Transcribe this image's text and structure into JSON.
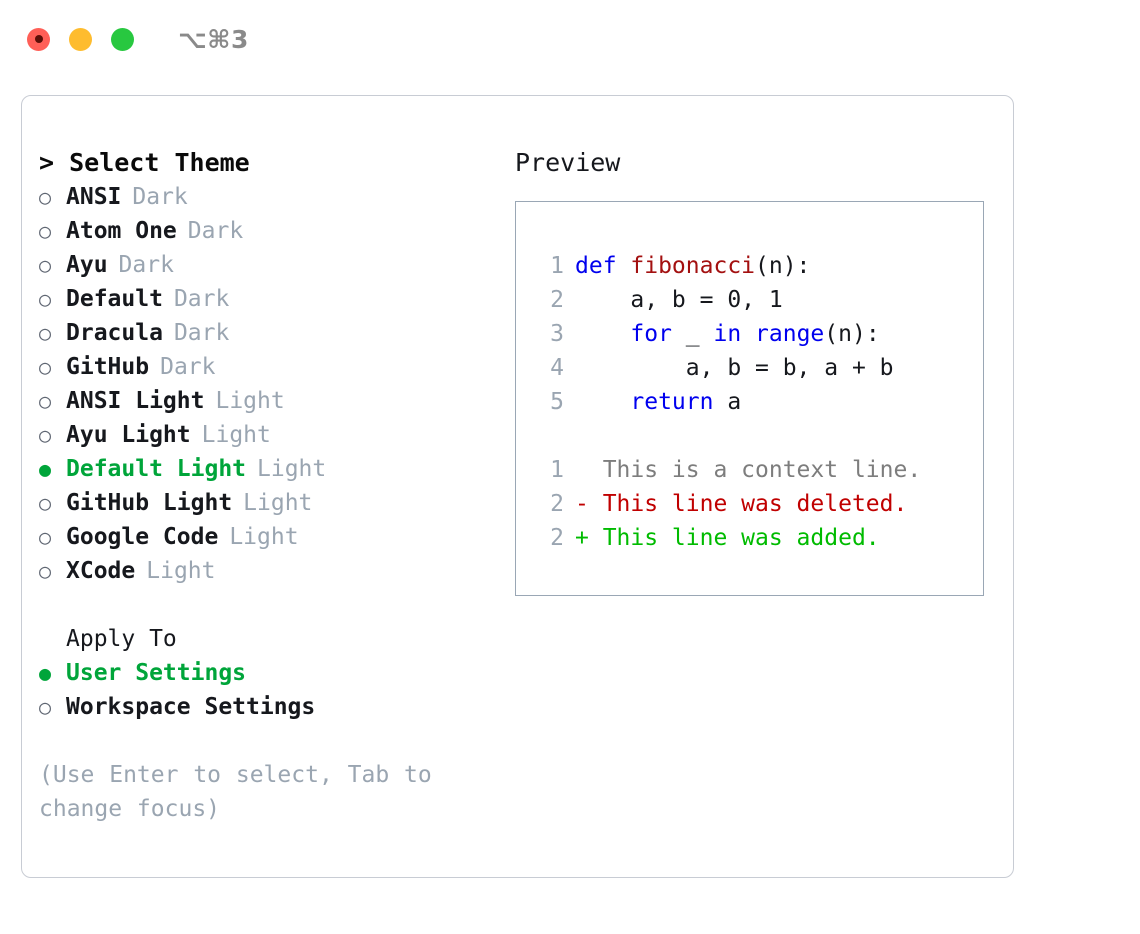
{
  "titlebar": {
    "shortcut": "⌥⌘3",
    "lights": [
      "close-red",
      "minimize-yellow",
      "maximize-green"
    ]
  },
  "theme_panel": {
    "title": "> Select Theme",
    "marker_unselected": "○",
    "marker_selected": "●",
    "themes": [
      {
        "name": "ANSI",
        "variant": "Dark",
        "selected": false
      },
      {
        "name": "Atom One",
        "variant": "Dark",
        "selected": false
      },
      {
        "name": "Ayu",
        "variant": "Dark",
        "selected": false
      },
      {
        "name": "Default",
        "variant": "Dark",
        "selected": false
      },
      {
        "name": "Dracula",
        "variant": "Dark",
        "selected": false
      },
      {
        "name": "GitHub",
        "variant": "Dark",
        "selected": false
      },
      {
        "name": "ANSI Light",
        "variant": "Light",
        "selected": false
      },
      {
        "name": "Ayu Light",
        "variant": "Light",
        "selected": false
      },
      {
        "name": "Default Light",
        "variant": "Light",
        "selected": true
      },
      {
        "name": "GitHub Light",
        "variant": "Light",
        "selected": false
      },
      {
        "name": "Google Code",
        "variant": "Light",
        "selected": false
      },
      {
        "name": "XCode",
        "variant": "Light",
        "selected": false
      }
    ]
  },
  "apply_to": {
    "label": "Apply To",
    "options": [
      {
        "name": "User Settings",
        "selected": true
      },
      {
        "name": "Workspace Settings",
        "selected": false
      }
    ]
  },
  "hint": "(Use Enter to select, Tab to change focus)",
  "preview": {
    "title": "Preview",
    "code_lines": [
      {
        "num": "1",
        "segments": [
          {
            "t": "def ",
            "c": "kw"
          },
          {
            "t": "fibonacci",
            "c": "fn"
          },
          {
            "t": "(n):",
            "c": "code-text"
          }
        ]
      },
      {
        "num": "2",
        "segments": [
          {
            "t": "    a, b = 0, 1",
            "c": "code-text"
          }
        ]
      },
      {
        "num": "3",
        "segments": [
          {
            "t": "    ",
            "c": "code-text"
          },
          {
            "t": "for",
            "c": "kw"
          },
          {
            "t": " _ ",
            "c": "code-text"
          },
          {
            "t": "in",
            "c": "kw"
          },
          {
            "t": " ",
            "c": "code-text"
          },
          {
            "t": "range",
            "c": "kw"
          },
          {
            "t": "(n):",
            "c": "code-text"
          }
        ]
      },
      {
        "num": "4",
        "segments": [
          {
            "t": "        a, b = b, a + b",
            "c": "code-text"
          }
        ]
      },
      {
        "num": "5",
        "segments": [
          {
            "t": "    ",
            "c": "code-text"
          },
          {
            "t": "return",
            "c": "kw"
          },
          {
            "t": " a",
            "c": "code-text"
          }
        ]
      }
    ],
    "diff_lines": [
      {
        "num": "1",
        "segments": [
          {
            "t": "  This is a context line.",
            "c": "ctx"
          }
        ]
      },
      {
        "num": "2",
        "segments": [
          {
            "t": "- This line was deleted.",
            "c": "del"
          }
        ]
      },
      {
        "num": "2",
        "segments": [
          {
            "t": "+ This line was added.",
            "c": "add"
          }
        ]
      }
    ]
  },
  "colors": {
    "accent_green": "#00a53a",
    "added_green": "#00bb00",
    "deleted_red": "#c00000",
    "keyword_blue": "#0000ee",
    "function_red": "#a31010",
    "muted_gray": "#9aa5b1",
    "border_gray": "#c8ccd4",
    "panel_border": "#9aa7b5"
  }
}
